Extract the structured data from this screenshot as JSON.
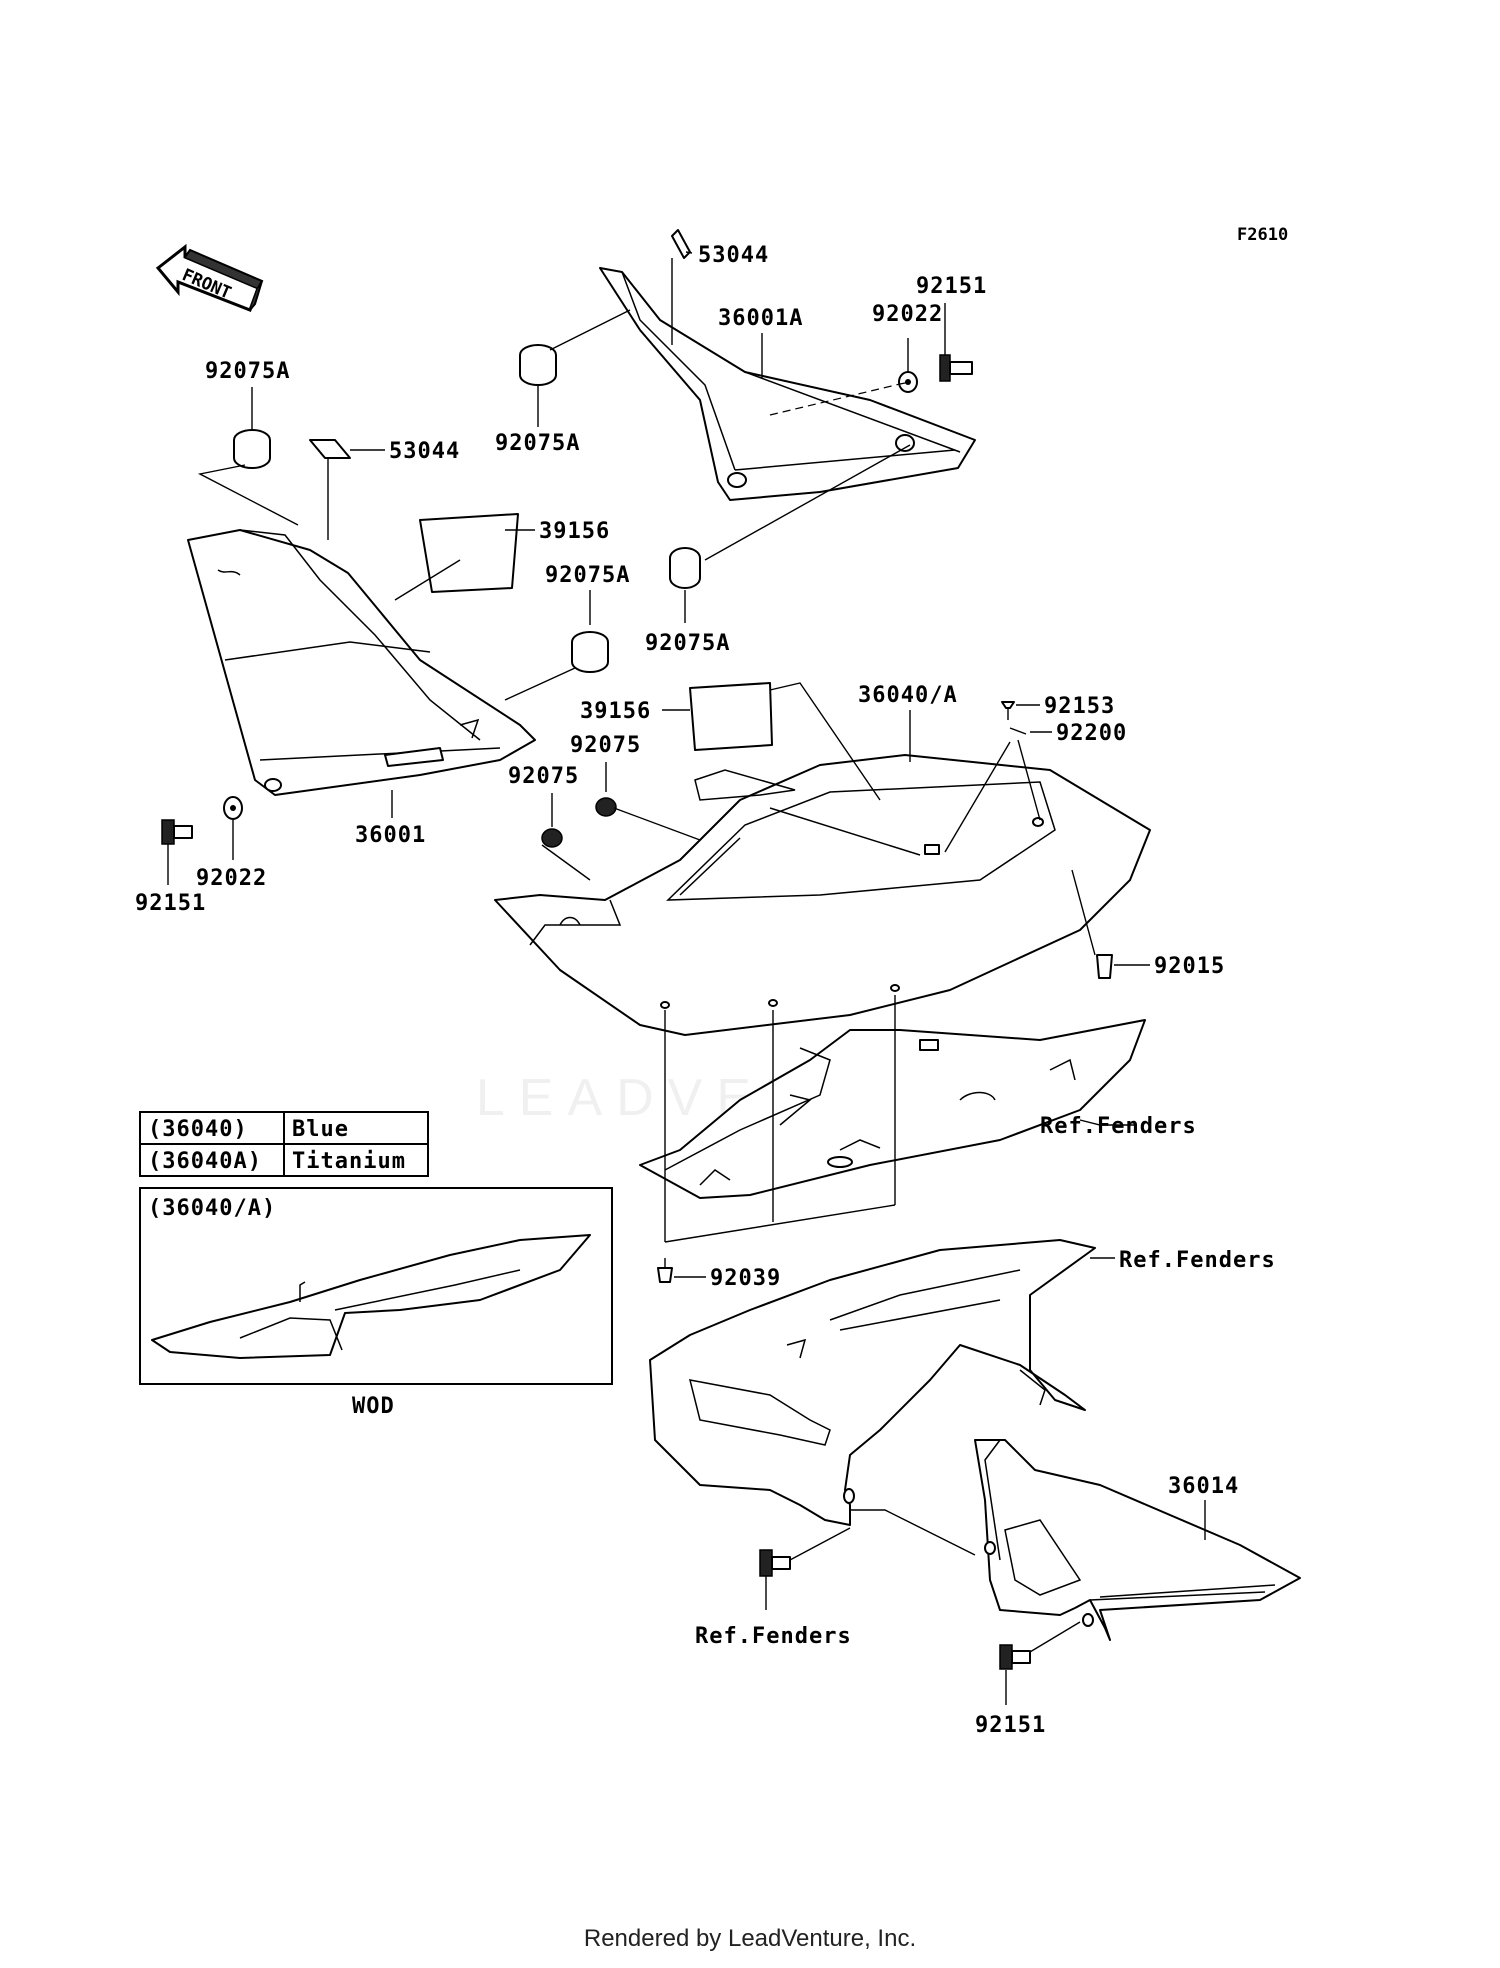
{
  "diagram_code": "F2610",
  "front_arrow": "FRONT",
  "labels": {
    "p53044_top": "53044",
    "p36001A": "36001A",
    "p92022_top": "92022",
    "p92151_top": "92151",
    "p92075A_topleft": "92075A",
    "p92075A_left": "92075A",
    "p53044_left": "53044",
    "p39156_left": "39156",
    "p92075A_mid": "92075A",
    "p92075A_center": "92075A",
    "p36001": "36001",
    "p92022_left": "92022",
    "p92151_left": "92151",
    "p39156_center": "39156",
    "p36040A": "36040/A",
    "p92153": "92153",
    "p92200": "92200",
    "p92075_a": "92075",
    "p92075_b": "92075",
    "p92015": "92015",
    "ref_fenders_1": "Ref.Fenders",
    "ref_fenders_2": "Ref.Fenders",
    "ref_fenders_3": "Ref.Fenders",
    "p92039": "92039",
    "p36014": "36014",
    "p92151_bottom": "92151"
  },
  "color_table": [
    {
      "code": "(36040)",
      "color": "Blue"
    },
    {
      "code": "(36040A)",
      "color": "Titanium"
    }
  ],
  "inset_title": "(36040/A)",
  "inset_caption": "WOD",
  "watermark": "LEADVENTURE",
  "footer": "Rendered by LeadVenture, Inc."
}
